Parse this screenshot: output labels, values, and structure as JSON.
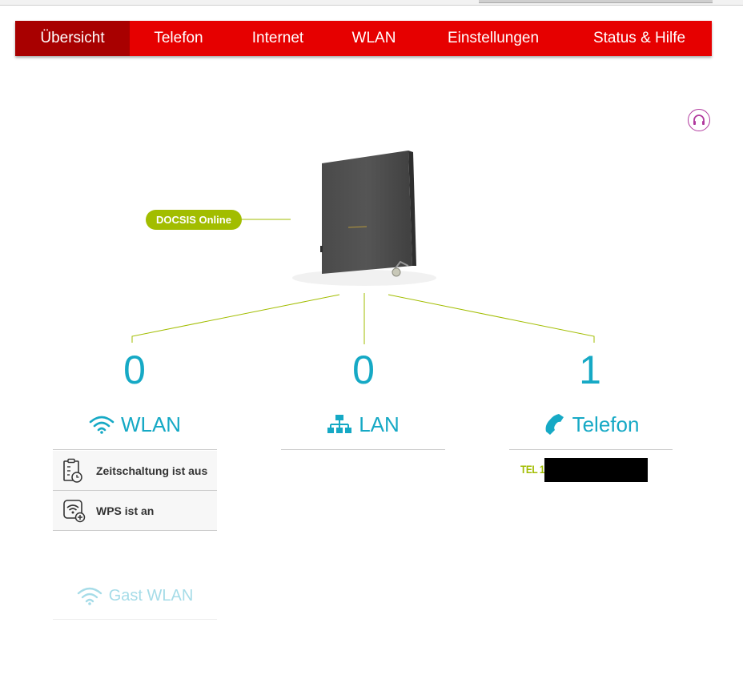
{
  "nav": {
    "items": [
      {
        "label": "Übersicht",
        "active": true
      },
      {
        "label": "Telefon",
        "active": false
      },
      {
        "label": "Internet",
        "active": false
      },
      {
        "label": "WLAN",
        "active": false
      },
      {
        "label": "Einstellungen",
        "active": false
      },
      {
        "label": "Status & Hilfe",
        "active": false
      }
    ]
  },
  "status": {
    "docsis_label": "DOCSIS Online"
  },
  "wlan": {
    "count": "0",
    "title": "WLAN",
    "rows": [
      {
        "icon": "timer-clipboard-icon",
        "label": "Zeitschaltung ist aus"
      },
      {
        "icon": "wps-icon",
        "label": "WPS ist an"
      }
    ],
    "guest_label": "Gast WLAN"
  },
  "lan": {
    "count": "0",
    "title": "LAN"
  },
  "telefon": {
    "count": "1",
    "title": "Telefon",
    "line_label": "TEL 1",
    "line_number_redacted": true
  },
  "colors": {
    "brand_red": "#e60000",
    "active_red": "#a80000",
    "accent_cyan": "#16a9c5",
    "status_green": "#a2bd00",
    "support_purple": "#b13a9e"
  }
}
